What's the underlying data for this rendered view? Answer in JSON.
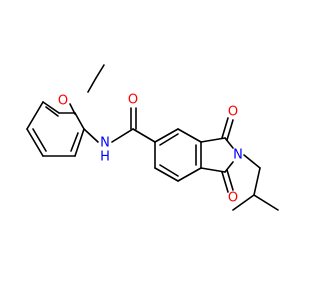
{
  "molecule": {
    "atom_labels": {
      "o_ethoxy": "O",
      "n_amide": "N",
      "h_amide": "H",
      "o_amide": "O",
      "o_imide_top": "O",
      "n_imide": "N",
      "o_imide_bottom": "O"
    },
    "colors": {
      "bond": "#000000",
      "oxygen": "#ff0000",
      "nitrogen": "#0000ff",
      "background": "#ffffff"
    }
  }
}
